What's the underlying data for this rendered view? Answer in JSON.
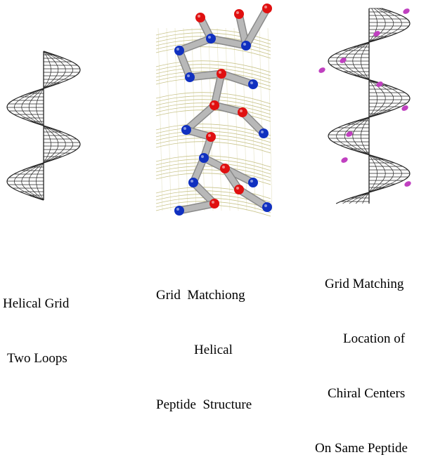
{
  "captions": {
    "left": [
      "Helical Grid",
      "Two Loops"
    ],
    "middle": [
      "Grid  Matchiong",
      "Helical",
      "Peptide  Structure"
    ],
    "right": [
      "Grid Matching",
      "Location of",
      "Chiral Centers",
      "On Same Peptide"
    ]
  },
  "colors": {
    "grid_line": "#222222",
    "molecule_grid": "#c9c48a",
    "stick": "#b8b8b8",
    "oxygen": "#e01010",
    "nitrogen": "#1030c0",
    "chiral_marker": "#c040c0"
  }
}
